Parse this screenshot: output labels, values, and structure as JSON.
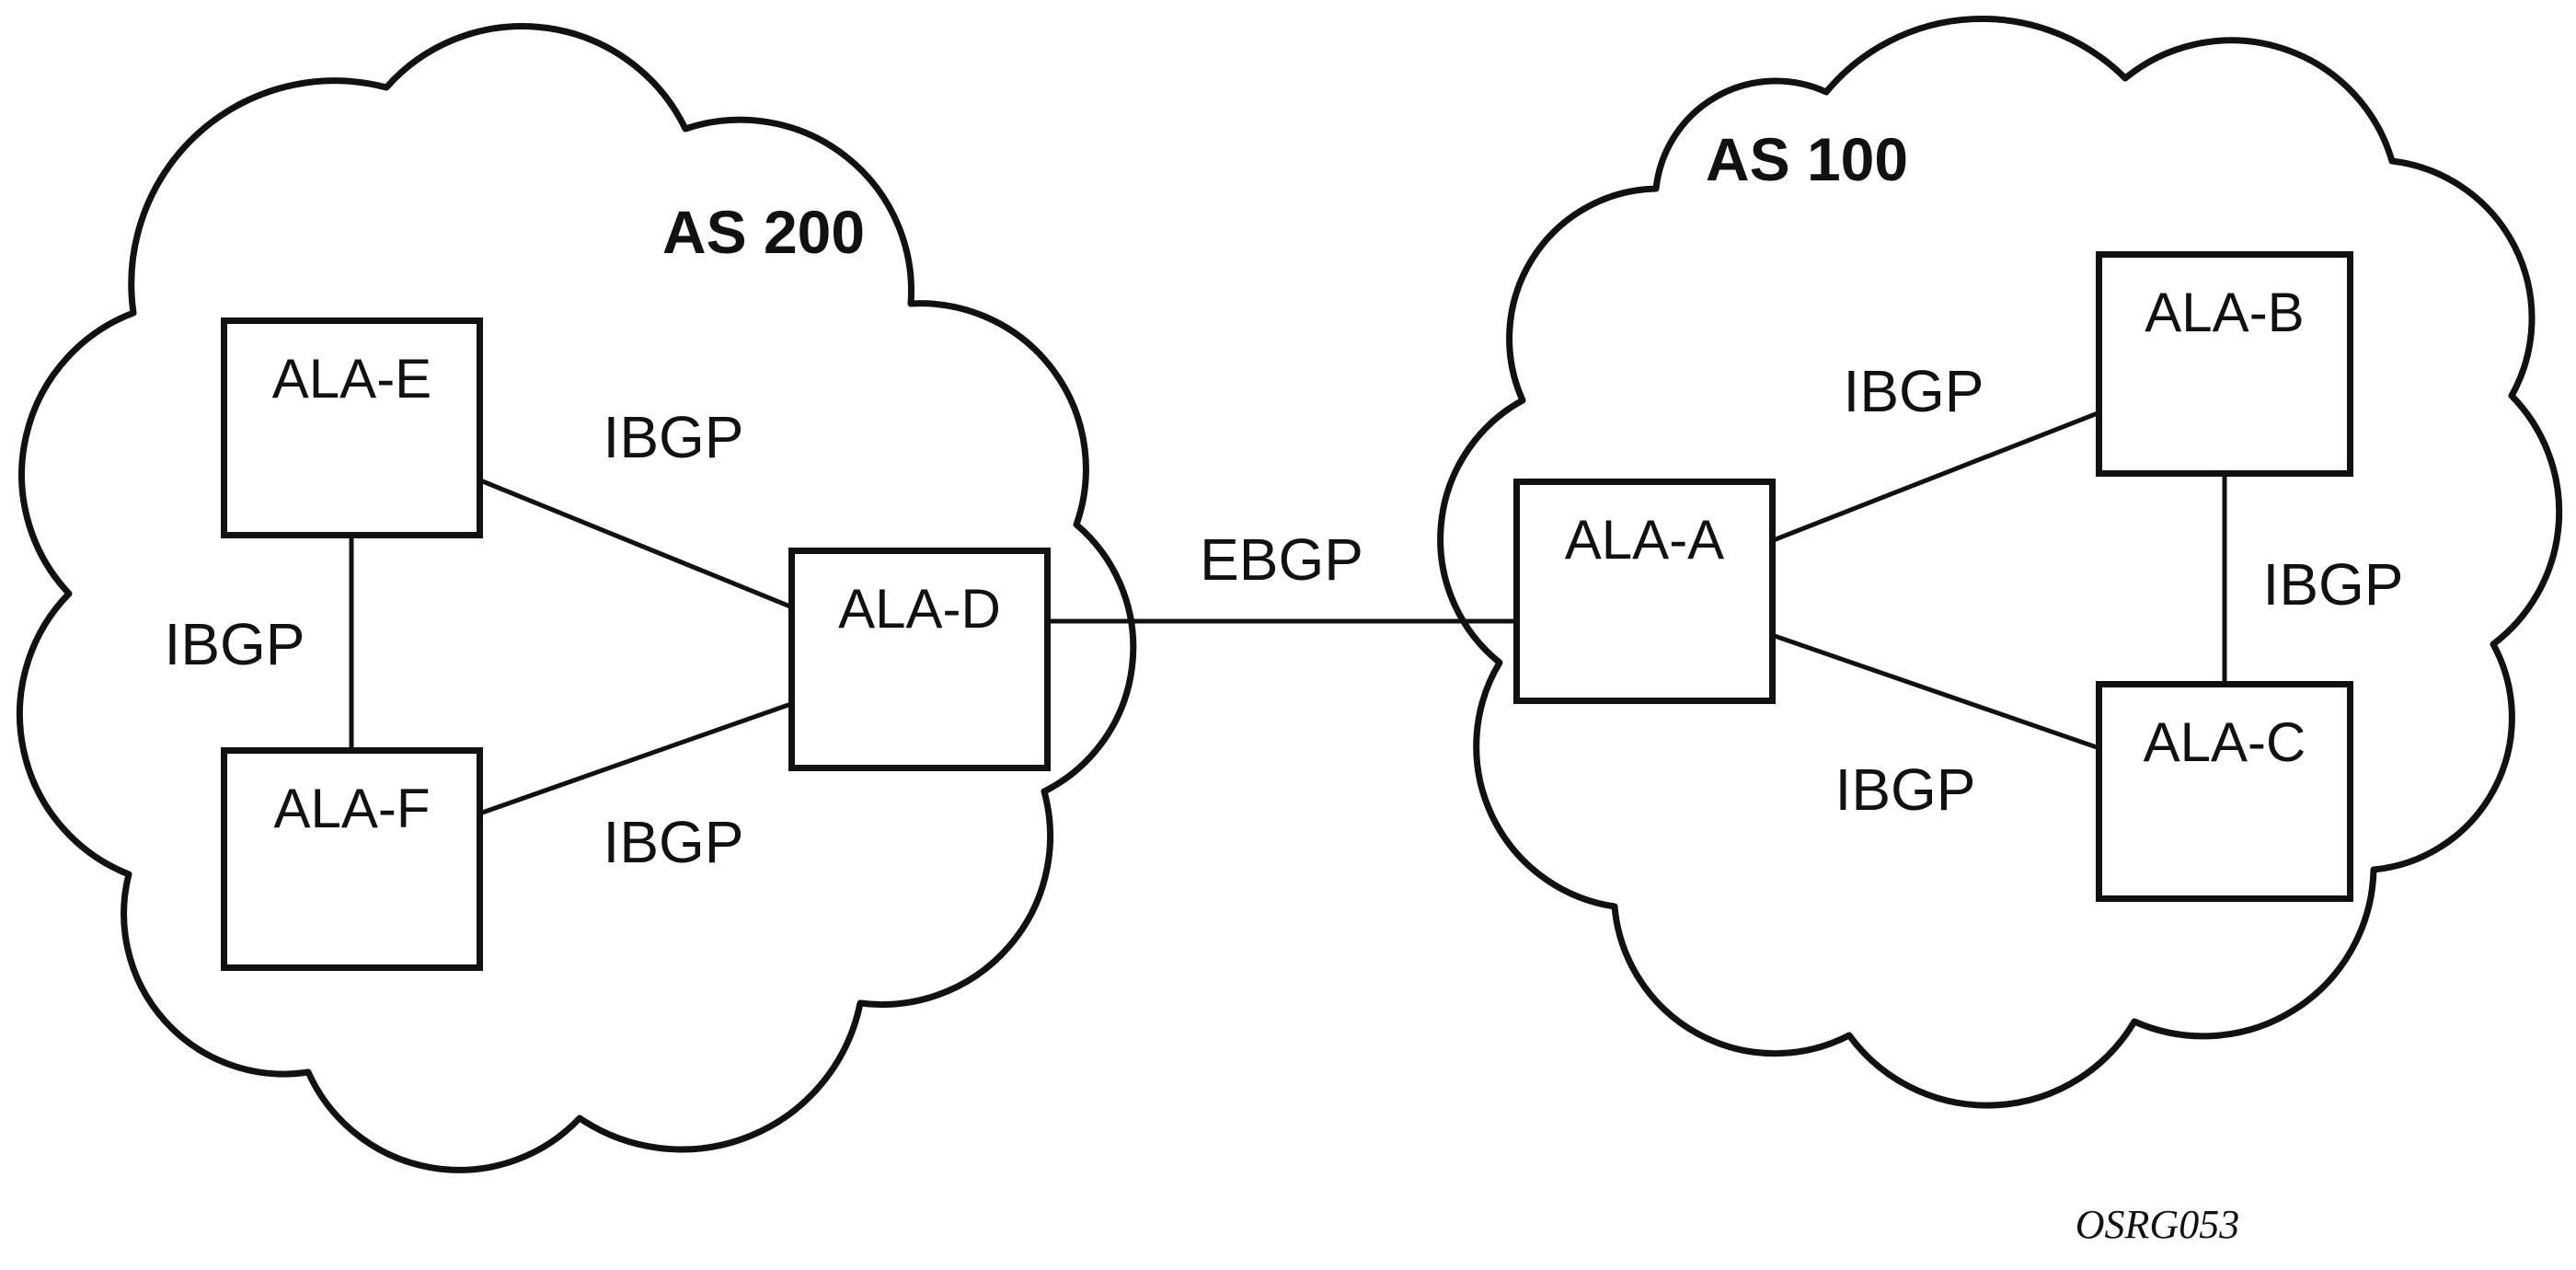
{
  "clouds": {
    "as200": {
      "label": "AS 200"
    },
    "as100": {
      "label": "AS 100"
    }
  },
  "nodes": {
    "ala_e": {
      "label": "ALA-E"
    },
    "ala_f": {
      "label": "ALA-F"
    },
    "ala_d": {
      "label": "ALA-D"
    },
    "ala_a": {
      "label": "ALA-A"
    },
    "ala_b": {
      "label": "ALA-B"
    },
    "ala_c": {
      "label": "ALA-C"
    }
  },
  "links": {
    "e_f": {
      "label": "IBGP",
      "type": "internal"
    },
    "e_d": {
      "label": "IBGP",
      "type": "internal"
    },
    "f_d": {
      "label": "IBGP",
      "type": "internal"
    },
    "d_a": {
      "label": "EBGP",
      "type": "external"
    },
    "a_b": {
      "label": "IBGP",
      "type": "internal"
    },
    "a_c": {
      "label": "IBGP",
      "type": "internal"
    },
    "b_c": {
      "label": "IBGP",
      "type": "internal"
    }
  },
  "footer": {
    "figure_code": "OSRG053"
  },
  "colors": {
    "line": "#111111",
    "background": "#ffffff"
  }
}
